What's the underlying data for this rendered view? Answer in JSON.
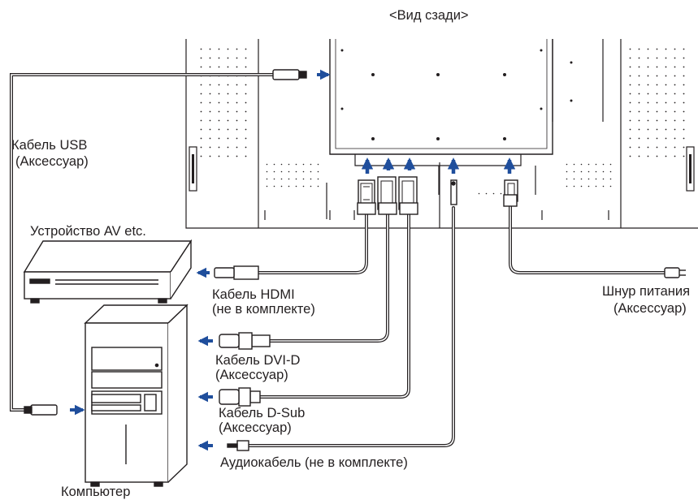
{
  "title": "<Вид сзади>",
  "labels": {
    "usb_cable_line1": "Кабель USB",
    "usb_cable_line2": "(Аксессуар)",
    "av_device": "Устройство AV etc.",
    "hdmi_line1": "Кабель HDMI",
    "hdmi_line2": "(не в комплекте)",
    "dvi_line1": "Кабель DVI-D",
    "dvi_line2": "(Аксессуар)",
    "dsub_line1": "Кабель D-Sub",
    "dsub_line2": "(Аксессуар)",
    "audio": "Аудиокабель (не в комплекте)",
    "power_line1": "Шнур питания",
    "power_line2": "(Аксессуар)",
    "computer": "Компьютер"
  },
  "colors": {
    "line": "#231f20",
    "arrow": "#1f4e9c",
    "background": "#ffffff"
  },
  "icons": [
    "usb-plug-icon",
    "hdmi-plug-icon",
    "dvi-plug-icon",
    "dsub-plug-icon",
    "audio-jack-icon",
    "power-plug-icon",
    "arrow-icon"
  ]
}
